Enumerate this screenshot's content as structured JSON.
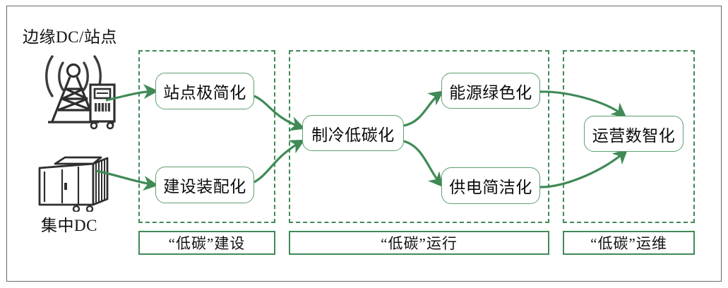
{
  "figure": {
    "title_text_visible": false,
    "accent_green": "#3f8a56",
    "node_border_green": "#5f9f70",
    "frame_gray": "#6b6b6b",
    "text_black": "#0b0b0b"
  },
  "sources": [
    {
      "id": "edge-dc",
      "caption": "边缘DC/站点",
      "icon": "cell-tower-with-cabinet-icon",
      "caption_position": "above"
    },
    {
      "id": "central-dc",
      "caption": "集中DC",
      "icon": "container-data-center-icon",
      "caption_position": "below"
    }
  ],
  "nodes": [
    {
      "id": "site-simplification",
      "label": "站点极简化",
      "phase": "construction"
    },
    {
      "id": "modular-construction",
      "label": "建设装配化",
      "phase": "construction"
    },
    {
      "id": "cooling-low-carbon",
      "label": "制冷低碳化",
      "phase": "operation"
    },
    {
      "id": "energy-greening",
      "label": "能源绿色化",
      "phase": "operation"
    },
    {
      "id": "power-simplification",
      "label": "供电简洁化",
      "phase": "operation"
    },
    {
      "id": "ops-digital-intel",
      "label": "运营数智化",
      "phase": "maintenance"
    }
  ],
  "phases": [
    {
      "id": "construction",
      "label": "“低碳”建设"
    },
    {
      "id": "operation",
      "label": "“低碳”运行"
    },
    {
      "id": "maintenance",
      "label": "“低碳”运维"
    }
  ],
  "connectors": [
    {
      "id": "edge-to-site",
      "from": "edge-dc",
      "to": "site-simplification",
      "arrow": "right"
    },
    {
      "id": "central-to-modular",
      "from": "central-dc",
      "to": "modular-construction",
      "arrow": "right"
    },
    {
      "id": "site-to-cooling",
      "from": "site-simplification",
      "to": "cooling-low-carbon",
      "arrow": "right-down"
    },
    {
      "id": "modular-to-cooling",
      "from": "modular-construction",
      "to": "cooling-low-carbon",
      "arrow": "right-up"
    },
    {
      "id": "cooling-to-energy",
      "from": "cooling-low-carbon",
      "to": "energy-greening",
      "arrow": "right-up"
    },
    {
      "id": "cooling-to-power",
      "from": "cooling-low-carbon",
      "to": "power-simplification",
      "arrow": "right-down"
    },
    {
      "id": "energy-to-ops",
      "from": "energy-greening",
      "to": "ops-digital-intel",
      "arrow": "right"
    },
    {
      "id": "power-to-ops",
      "from": "power-simplification",
      "to": "ops-digital-intel",
      "arrow": "right"
    }
  ]
}
